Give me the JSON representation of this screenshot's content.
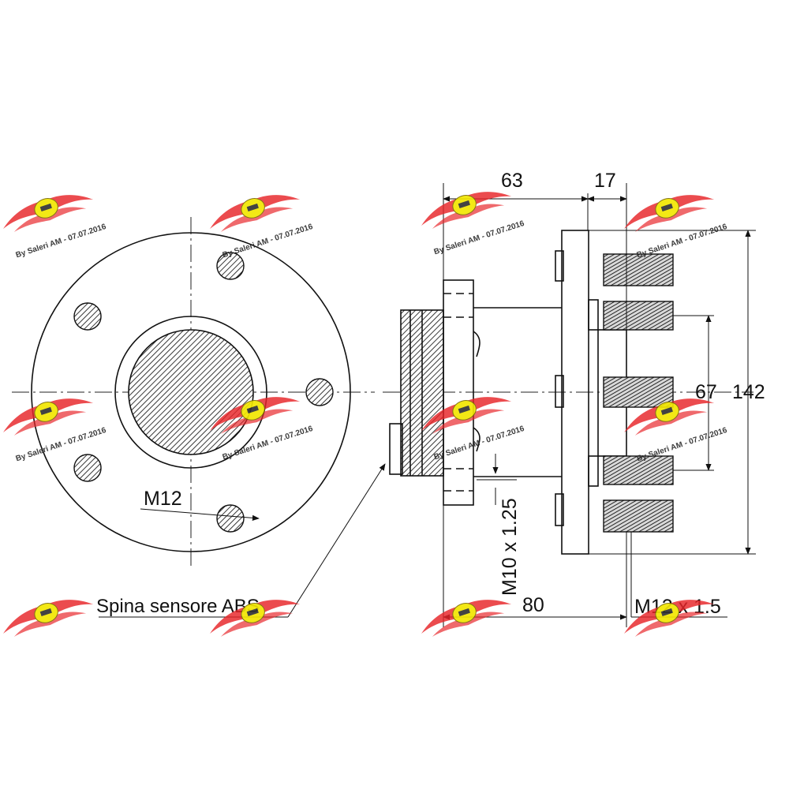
{
  "diagram": {
    "front_view": {
      "bolt_label": "M12"
    },
    "side_view": {
      "dim_width_top": "63",
      "dim_flange": "17",
      "dim_pilot": "67",
      "dim_overall": "142",
      "dim_length": "80",
      "sensor_thread": "M10 x 1.25",
      "stud_thread": "M12 x 1.5"
    },
    "callout": {
      "abs_label": "Spina sensore ABS"
    },
    "watermark": {
      "text": "By Saleri AM - 07.07.2016",
      "colors": {
        "wing": "#e8262a",
        "badge": "#f2e600"
      }
    }
  }
}
